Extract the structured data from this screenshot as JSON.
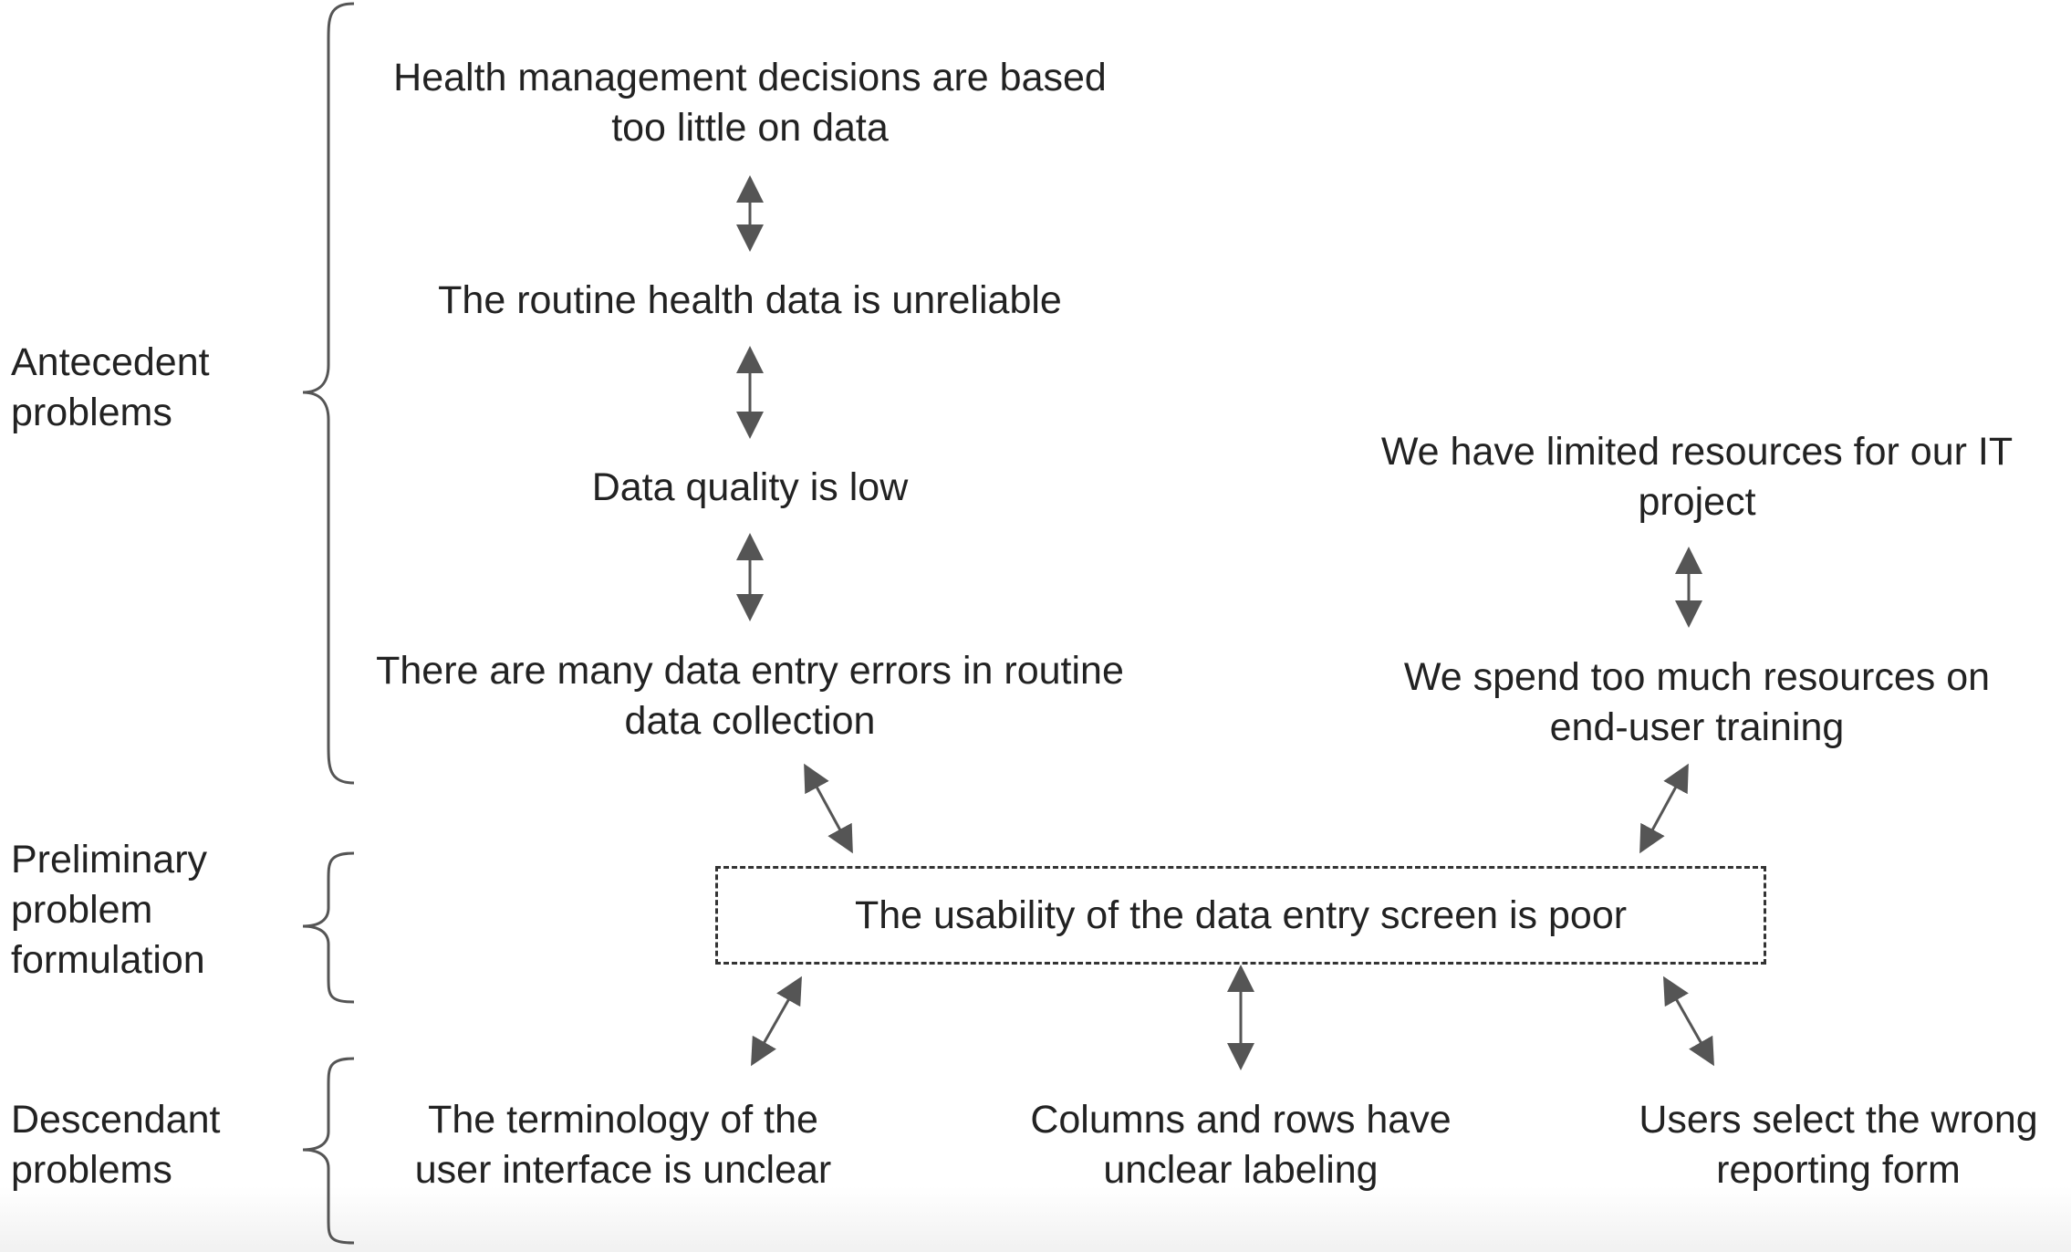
{
  "levels": {
    "antecedent": [
      "Antecedent",
      "problems"
    ],
    "preliminary": [
      "Preliminary",
      "problem",
      "formulation"
    ],
    "descendant": [
      "Descendant",
      "problems"
    ]
  },
  "antecedent_chain": [
    [
      "Health management decisions are based",
      "too little on data"
    ],
    [
      "The routine health data is unreliable"
    ],
    [
      "Data quality is low"
    ],
    [
      "There are many data entry errors in routine",
      "data collection"
    ]
  ],
  "resource_chain": [
    [
      "We have limited resources for our IT",
      "project"
    ],
    [
      "We spend too much resources on",
      "end-user training"
    ]
  ],
  "core_problem": "The usability of the data entry screen is poor",
  "descendants": [
    [
      "The terminology of the",
      "user interface is unclear"
    ],
    [
      "Columns and rows have",
      "unclear labeling"
    ],
    [
      "Users select the wrong",
      "reporting form"
    ]
  ],
  "colors": {
    "text": "#222222",
    "arrow": "#555555",
    "brace": "#555555",
    "box_border": "#333333"
  }
}
